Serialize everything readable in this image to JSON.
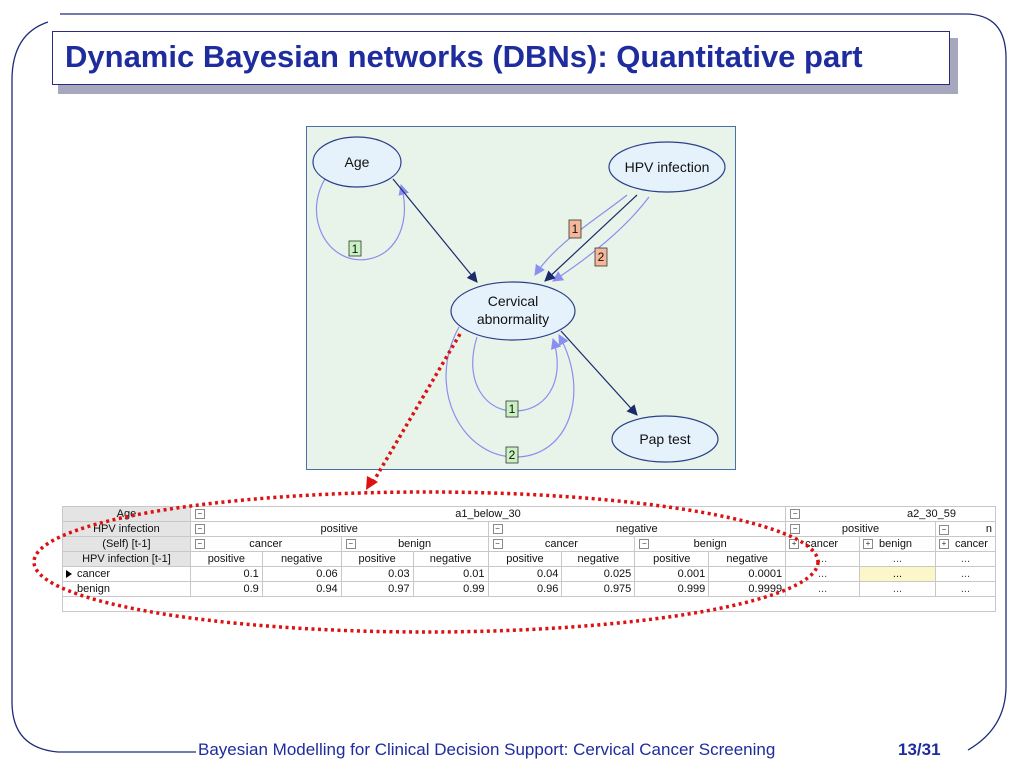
{
  "slide": {
    "title": "Dynamic Bayesian networks (DBNs): Quantitative part",
    "footer": "Bayesian Modelling for Clinical Decision Support: Cervical Cancer Screening",
    "page_number": "13/31"
  },
  "diagram": {
    "nodes": {
      "age": "Age",
      "hpv": "HPV infection",
      "cervical_line1": "Cervical",
      "cervical_line2": "abnormality",
      "pap": "Pap test"
    },
    "lag_labels": {
      "age_self": "1",
      "hpv_to_cervical_1": "1",
      "hpv_to_cervical_2": "2",
      "cervical_self_1": "1",
      "cervical_self_2": "2"
    },
    "colors": {
      "node_fill": "#e6f2fb",
      "node_stroke": "#2a3f8a",
      "arc_strong": "#1b2a6b",
      "arc_temporal": "#8a8ef0",
      "lag1_fill": "#c8f2c2",
      "lag2_fill": "#f4b79a",
      "highlight_red": "#dd1111"
    }
  },
  "cpt": {
    "row_headers": {
      "age": "Age",
      "hpv": "HPV infection",
      "self": "(Self) [t-1]",
      "hpv_lag": "HPV infection [t-1]"
    },
    "age_groups": [
      "a1_below_30",
      "a2_30_59"
    ],
    "hpv_groups": [
      "positive",
      "negative",
      "positive",
      "n"
    ],
    "self_groups": [
      "cancer",
      "benign",
      "cancer",
      "benign",
      "cancer",
      "benign",
      "cancer"
    ],
    "hpv_lag_values": [
      "positive",
      "negative",
      "positive",
      "negative",
      "positive",
      "negative",
      "positive",
      "negative"
    ],
    "collapsed_dots": "...",
    "rows": [
      {
        "label": "cancer",
        "values": [
          "0.1",
          "0.06",
          "0.03",
          "0.01",
          "0.04",
          "0.025",
          "0.001",
          "0.0001"
        ]
      },
      {
        "label": "benign",
        "values": [
          "0.9",
          "0.94",
          "0.97",
          "0.99",
          "0.96",
          "0.975",
          "0.999",
          "0.9999"
        ]
      }
    ],
    "expand_minus": "−",
    "expand_plus": "+"
  }
}
